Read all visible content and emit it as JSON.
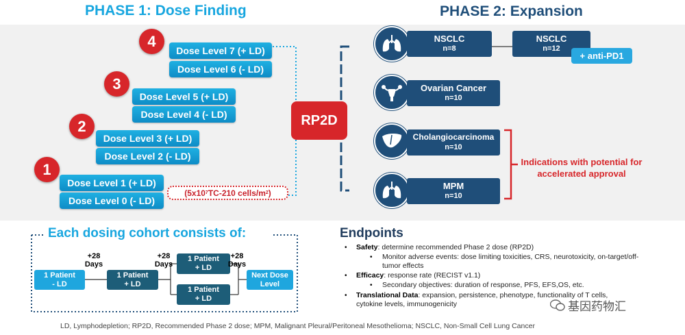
{
  "phase1": {
    "title": "PHASE 1: Dose Finding",
    "steps": [
      "1",
      "2",
      "3",
      "4"
    ],
    "dose_levels": [
      "Dose Level 7 (+ LD)",
      "Dose Level 6 (- LD)",
      "Dose Level 5 (+ LD)",
      "Dose Level 4 (- LD)",
      "Dose Level 3 (+ LD)",
      "Dose Level 2 (- LD)",
      "Dose Level 1 (+ LD)",
      "Dose Level 0 (- LD)"
    ],
    "cells_note_prefix": "(5x10",
    "cells_note_exp": "7",
    "cells_note_mid": " TC-210 cells/m",
    "cells_note_exp2": "2",
    "cells_note_suffix": ")"
  },
  "rp2d": "RP2D",
  "phase2": {
    "title": "PHASE 2: Expansion",
    "indications": [
      {
        "name": "NSCLC",
        "n": "n=8"
      },
      {
        "name": "NSCLC",
        "n": "n=12"
      },
      {
        "name": "Ovarian Cancer",
        "n": "n=10"
      },
      {
        "name": "Cholangiocarcinoma",
        "n": "n=10"
      },
      {
        "name": "MPM",
        "n": "n=10"
      }
    ],
    "combo": "+ anti-PD1",
    "accelerated": "Indications with potential for accelerated approval",
    "icons": [
      "lungs-icon",
      "uterus-icon",
      "liver-icon",
      "lungs-icon"
    ]
  },
  "cohort": {
    "title": "Each dosing cohort consists of:",
    "patient_ld_line1": "1 Patient",
    "patient_ld_line2": "- LD",
    "patient_pld_line1": "1 Patient",
    "patient_pld_line2": "+ LD",
    "next_line1": "Next Dose",
    "next_line2": "Level",
    "days_line1": "+28",
    "days_line2": "Days"
  },
  "endpoints": {
    "title": "Endpoints",
    "safety_label": "Safety",
    "safety_text": ": determine recommended Phase 2 dose (RP2D)",
    "safety_sub": "Monitor adverse events: dose limiting toxicities, CRS, neurotoxicity, on-target/off-",
    "safety_sub2": "tumor effects",
    "efficacy_label": "Efficacy",
    "efficacy_text": ": response rate (RECIST v1.1)",
    "efficacy_sub": "Secondary objectives: duration of response, PFS, EFS,OS, etc.",
    "translational_label": "Translational Data",
    "translational_text": ": expansion, persistence, phenotype, functionality of T cells,",
    "translational_sub": "cytokine levels, immunogenicity"
  },
  "footnote": "LD, Lymphodepletion; RP2D, Recommended Phase 2 dose; MPM, Malignant Pleural/Peritoneal Mesothelioma; NSCLC, Non-Small Cell Lung Cancer",
  "watermark": "基因药物汇",
  "colors": {
    "phase1_title": "#17a6df",
    "phase2_title": "#1f4e79",
    "accent_red": "#d7262a",
    "dose_blue": "#1ca8e0",
    "dark_blue": "#1f4e79"
  }
}
